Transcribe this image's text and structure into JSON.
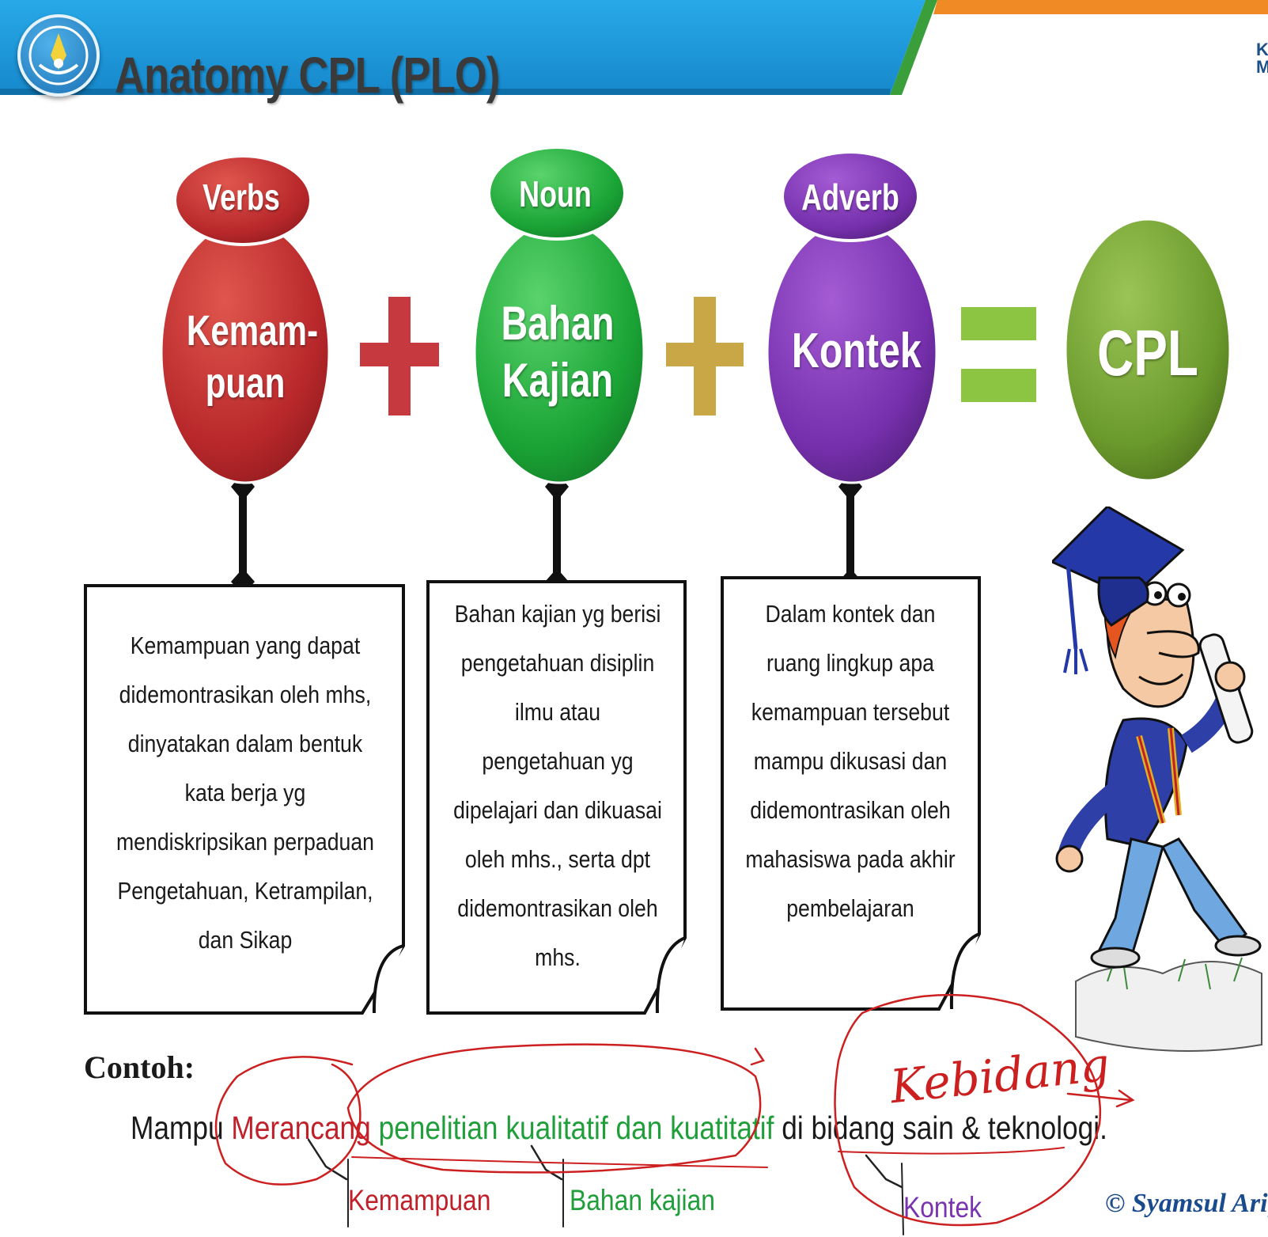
{
  "header": {
    "title": "Anatomy CPL (PLO)",
    "corner_text": "K\nM"
  },
  "formula": {
    "components": [
      {
        "cap": "Verbs",
        "body": "Kemam-\npuan",
        "color": "#c0302a"
      },
      {
        "cap": "Noun",
        "body": "Bahan\nKajian",
        "color": "#1fae3a"
      },
      {
        "cap": "Adverb",
        "body": "Kontek",
        "color": "#7a33b0"
      }
    ],
    "result": {
      "label": "CPL",
      "color": "#6b9a2c"
    },
    "plus_colors": [
      "#c63a3f",
      "#c9a646"
    ],
    "equals_color": "#8cc541"
  },
  "notes": [
    "Kemampuan yang dapat\ndidemontrasikan oleh mhs,\ndinyatakan dalam bentuk\nkata berja yg\nmendiskripsikan perpaduan\nPengetahuan, Ketrampilan,\ndan Sikap",
    "Bahan kajian yg berisi\npengetahuan disiplin\nilmu atau\npengetahuan yg\ndipelajari dan dikuasai\noleh mhs., serta dpt\ndidemontrasikan oleh\nmhs.",
    "Dalam kontek dan\nruang lingkup apa\nkemampuan tersebut\nmampu dikusasi dan\ndidemontrasikan oleh\nmahasiswa pada akhir\npembelajaran"
  ],
  "example": {
    "heading": "Contoh:",
    "part1": "Mampu ",
    "part2": "Merancang",
    "part3": " penelitian kualitatif dan kuatitatif",
    "part4": " di bidang sain & teknologi.",
    "annotations": [
      "Kemampuan",
      "Bahan kajian",
      "Kontek"
    ],
    "handwriting": "Kebidang",
    "colors": {
      "ability": "#c0202a",
      "subject": "#1f9e3a",
      "context": "#7a33b0"
    }
  },
  "copyright": "© Syamsul Arif"
}
